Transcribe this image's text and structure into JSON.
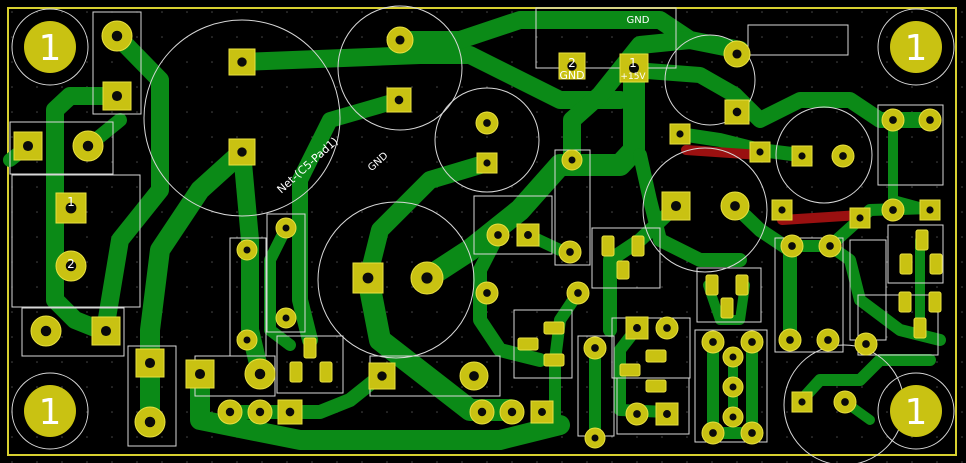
{
  "colors": {
    "background": "#000000",
    "copper": "#0b8a17",
    "copper_dark": "#06730f",
    "bottom_copper": "#9a1010",
    "pad": "#c9c212",
    "pad_edge": "#e8e040",
    "hole": "#0a0a0a",
    "silk": "#d8d8d8",
    "board_edge": "#d8d030",
    "label_text": "#ffffff",
    "mount_text": "#ffffff",
    "grid_dot": "#4a4a4a"
  },
  "mounting_holes": [
    {
      "label": "1"
    },
    {
      "label": "1"
    },
    {
      "label": "1"
    },
    {
      "label": "1"
    }
  ],
  "labels": {
    "gnd_top": "GND",
    "gnd_pin_num": "2",
    "gnd_pin_name": "GND",
    "v15_pin_num": "1",
    "v15_pin_name": "+15V",
    "net_c5": "Net-(C5-Pad1)",
    "gnd_diag": "GND",
    "left_pin1": "1",
    "left_pin2": "2"
  }
}
